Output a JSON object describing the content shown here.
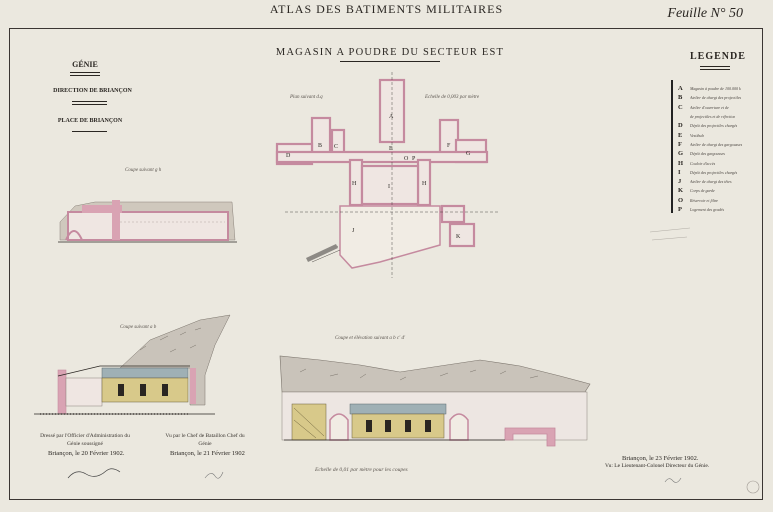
{
  "header": {
    "atlas_title": "ATLAS DES BATIMENTS MILITAIRES",
    "sheet_number": "Feuille N° 50"
  },
  "plan_title": "MAGASIN A POUDRE DU SECTEUR EST",
  "administration": {
    "service": "GÉNIE",
    "direction": "DIRECTION DE BRIANÇON",
    "place": "PLACE DE BRIANÇON"
  },
  "legend": {
    "title": "LEGENDE",
    "items": [
      {
        "letter": "A",
        "text": "Magasin à poudre de 100.000 k"
      },
      {
        "letter": "B",
        "text": "Atelier de chargt des projectiles"
      },
      {
        "letter": "C",
        "text": "Atelier d'ouverture et de"
      },
      {
        "letter": "",
        "text": "de projectiles et de réfection"
      },
      {
        "letter": "D",
        "text": "Dépôt des projectiles chargés"
      },
      {
        "letter": "E",
        "text": "Vestibule"
      },
      {
        "letter": "F",
        "text": "Atelier de chargt des gargousses"
      },
      {
        "letter": "G",
        "text": "Dépôt des gargousses"
      },
      {
        "letter": "H",
        "text": "Couloir d'accès"
      },
      {
        "letter": "I",
        "text": "Dépôt des projectiles chargés"
      },
      {
        "letter": "J",
        "text": "Atelier de chargt des têtes"
      },
      {
        "letter": "K",
        "text": "Corps de garde"
      },
      {
        "letter": "O",
        "text": "Réservoir et filtre"
      },
      {
        "letter": "P",
        "text": "Logement des gradés"
      }
    ]
  },
  "drawing_labels": {
    "plan": "Plan suivant d.q",
    "scale_plan": "Echelle de 0,003 par mètre",
    "section_gh": "Coupe suivant g h",
    "section_ab": "Coupe suivant a b",
    "section_front": "Coupe et élévation suivant a b c' d'",
    "scale_sections": "Echelle de 0,01 par mètre pour les coupes"
  },
  "signatures": {
    "left_text": "Dressé par l'Officier d'Administration du Génie soussigné",
    "left_date": "Briançon, le 20 Février 1902.",
    "middle_text": "Vu par le Chef de Bataillon Chef du Génie",
    "middle_date": "Briançon, le 21 Février 1902",
    "right_date": "Briançon, le 23 Février 1902.",
    "right_vu": "Vu: Le Lieutenant-Colonel Directeur du Génie."
  },
  "colors": {
    "paper": "#ebe8df",
    "masonry_pink": "#d9a3b3",
    "wood_yellow": "#d8c98a",
    "roof_blue": "#9fb0b5",
    "ink": "#2a2622"
  }
}
